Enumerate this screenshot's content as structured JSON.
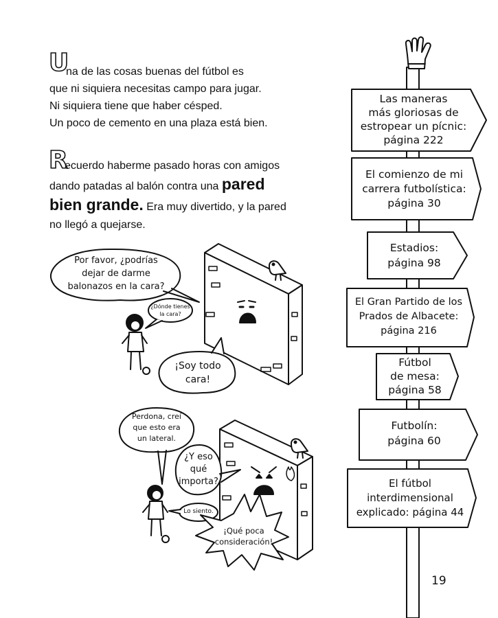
{
  "paragraph1": {
    "dropcap": "U",
    "lines": [
      "na de las cosas buenas del fútbol es",
      "que ni siquiera necesitas campo para jugar.",
      "Ni siquiera tiene que haber césped.",
      "Un poco de cemento en una plaza está bien."
    ]
  },
  "paragraph2": {
    "dropcap": "R",
    "line1": "ecuerdo haberme pasado horas con amigos",
    "line2_start": "dando patadas al balón contra una ",
    "line2_bold": "pared",
    "line3_bold": "bien grande.",
    "line3_rest": " Era muy divertido, y la pared",
    "line4": "no llegó a quejarse."
  },
  "comic1": {
    "kid_speech": [
      "Por favor, ¿podrías",
      "dejar de darme",
      "balonazos en la cara?"
    ],
    "small_question": [
      "¿Dónde tienes",
      "la cara?"
    ],
    "wall_speech": [
      "¡Soy todo",
      "cara!"
    ]
  },
  "comic2": {
    "kid_speech": [
      "Perdona, creí",
      "que esto era",
      "un lateral."
    ],
    "wall_question": [
      "¿Y eso",
      "qué",
      "importa?"
    ],
    "apology": "Lo siento.",
    "wall_shout": [
      "¡Qué poca",
      "consideración!"
    ]
  },
  "signpost": [
    {
      "lines": [
        "Las maneras",
        "más gloriosas de",
        "estropear un pícnic:",
        "página 222"
      ]
    },
    {
      "lines": [
        "El comienzo de mi",
        "carrera futbolística:",
        "página 30"
      ]
    },
    {
      "lines": [
        "Estadios:",
        "página 98"
      ]
    },
    {
      "lines": [
        "El Gran Partido de los",
        "Prados de Albacete:",
        "página 216"
      ]
    },
    {
      "lines": [
        "Fútbol",
        "de mesa:",
        "página 58"
      ]
    },
    {
      "lines": [
        "Futbolín:",
        "página 60"
      ]
    },
    {
      "lines": [
        "El fútbol",
        "interdimensional",
        "explicado: página 44"
      ]
    }
  ],
  "page_number": "19"
}
